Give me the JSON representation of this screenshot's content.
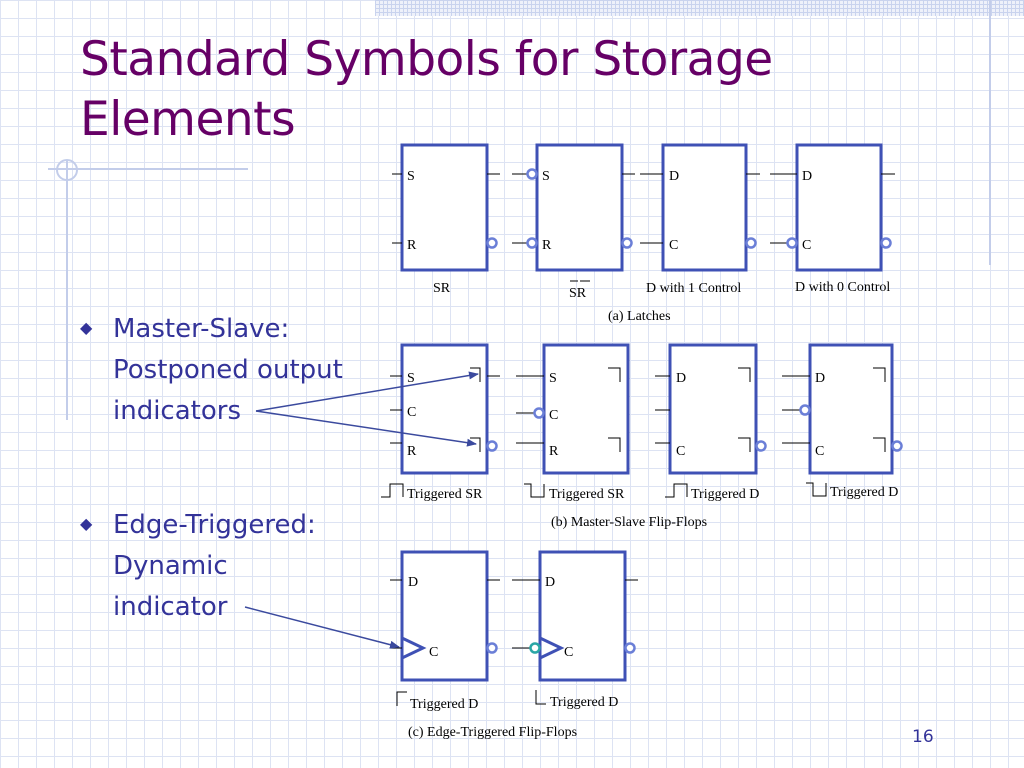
{
  "slide": {
    "title_line1": "Standard Symbols for Storage",
    "title_line2": "Elements",
    "bullets": [
      {
        "lines": [
          "Master-Slave:",
          "Postponed output",
          "indicators"
        ]
      },
      {
        "lines": [
          "Edge-Triggered:",
          "Dynamic",
          "indicator"
        ]
      }
    ],
    "page_number": "16"
  },
  "latches": {
    "caption": "(a) Latches",
    "items": [
      {
        "in1": "S",
        "in2": "R",
        "label": "SR"
      },
      {
        "in1": "S",
        "in2": "R",
        "label": "SR"
      },
      {
        "in1": "D",
        "in2": "C",
        "label": "D with 1 Control"
      },
      {
        "in1": "D",
        "in2": "C",
        "label": "D with 0 Control"
      }
    ]
  },
  "master_slave": {
    "caption": "(b) Master-Slave Flip-Flops",
    "items": [
      {
        "in1": "S",
        "in2": "C",
        "in3": "R",
        "label": "Triggered SR"
      },
      {
        "in1": "S",
        "in2": "C",
        "in3": "R",
        "label": "Triggered SR"
      },
      {
        "in1": "D",
        "in2": "C",
        "label": "Triggered D"
      },
      {
        "in1": "D",
        "in2": "C",
        "label": "Triggered D"
      }
    ]
  },
  "edge_triggered": {
    "caption": "(c) Edge-Triggered Flip-Flops",
    "items": [
      {
        "in1": "D",
        "in2": "C",
        "label": "Triggered D"
      },
      {
        "in1": "D",
        "in2": "C",
        "label": "Triggered D"
      }
    ]
  },
  "colors": {
    "title": "#660066",
    "bullet_text": "#333399",
    "box_border": "#3f51b5",
    "bubble": "#6b7fd7",
    "edge_indicator": "#3f51b5",
    "arrow": "#3b4a9e",
    "grid": "#dde3f3"
  }
}
